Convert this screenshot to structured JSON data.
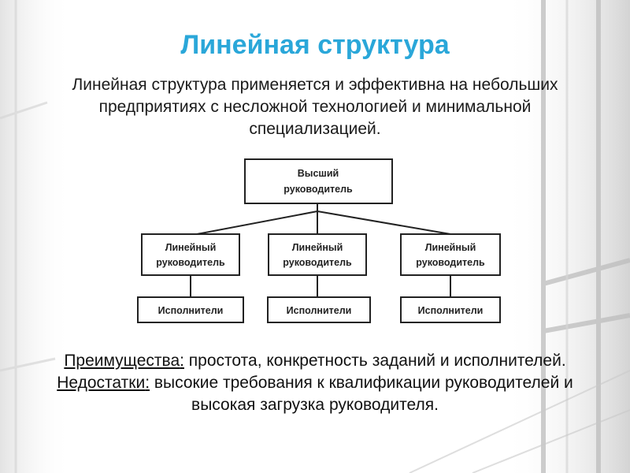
{
  "title": "Линейная структура",
  "intro": "Линейная структура применяется и эффективна на небольших предприятиях с несложной технологией и минимальной специализацией.",
  "diagram": {
    "top": {
      "line1": "Высший",
      "line2": "руководитель"
    },
    "managers": [
      {
        "line1": "Линейный",
        "line2": "руководитель"
      },
      {
        "line1": "Линейный",
        "line2": "руководитель"
      },
      {
        "line1": "Линейный",
        "line2": "руководитель"
      }
    ],
    "executors": [
      {
        "label": "Исполнители"
      },
      {
        "label": "Исполнители"
      },
      {
        "label": "Исполнители"
      }
    ]
  },
  "advantages": {
    "term": "Преимущества",
    "separator": ":",
    "text": " простота, конкретность заданий и исполнителей."
  },
  "disadvantages": {
    "term": "Недостатки",
    "separator": ":",
    "text": " высокие требования к квалификации руководителей и высокая загрузка руководителя."
  },
  "colors": {
    "title": "#2aa7d9",
    "box_border": "#222222",
    "connector": "#222222"
  }
}
